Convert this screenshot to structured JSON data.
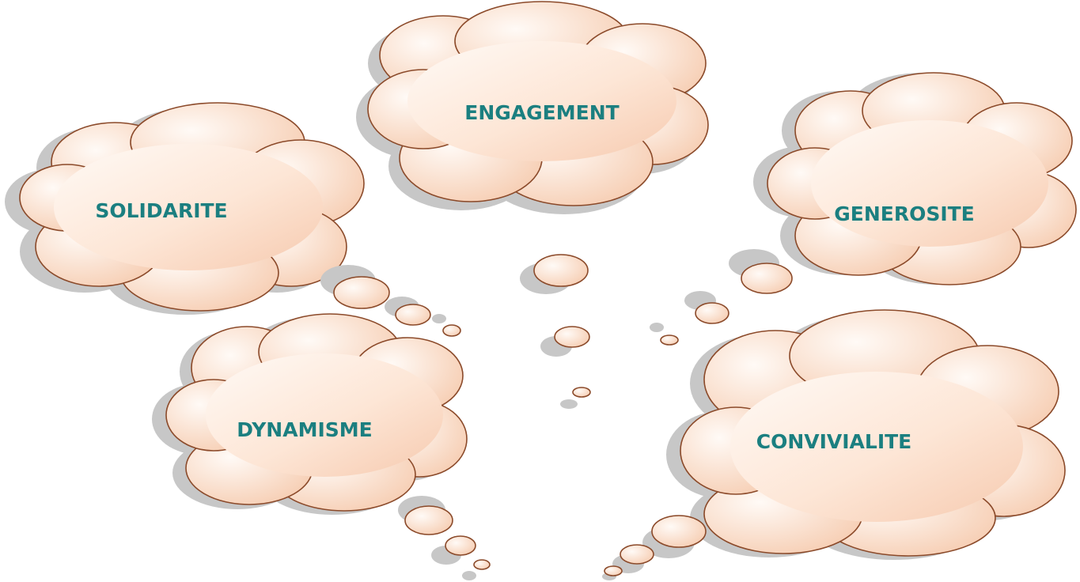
{
  "colors": {
    "cloud_fill_light": "#fff7f1",
    "cloud_fill_dark": "#f9d3bd",
    "cloud_stroke": "#8b4a2a",
    "shadow": "#c7c7c7",
    "text": "#1b7f80"
  },
  "clouds": [
    {
      "id": "engagement",
      "label": "ENGAGEMENT"
    },
    {
      "id": "solidarite",
      "label": "SOLIDARITE"
    },
    {
      "id": "generosite",
      "label": "GENEROSITE"
    },
    {
      "id": "dynamisme",
      "label": "DYNAMISME"
    },
    {
      "id": "convivialite",
      "label": "CONVIVIALITE"
    }
  ]
}
